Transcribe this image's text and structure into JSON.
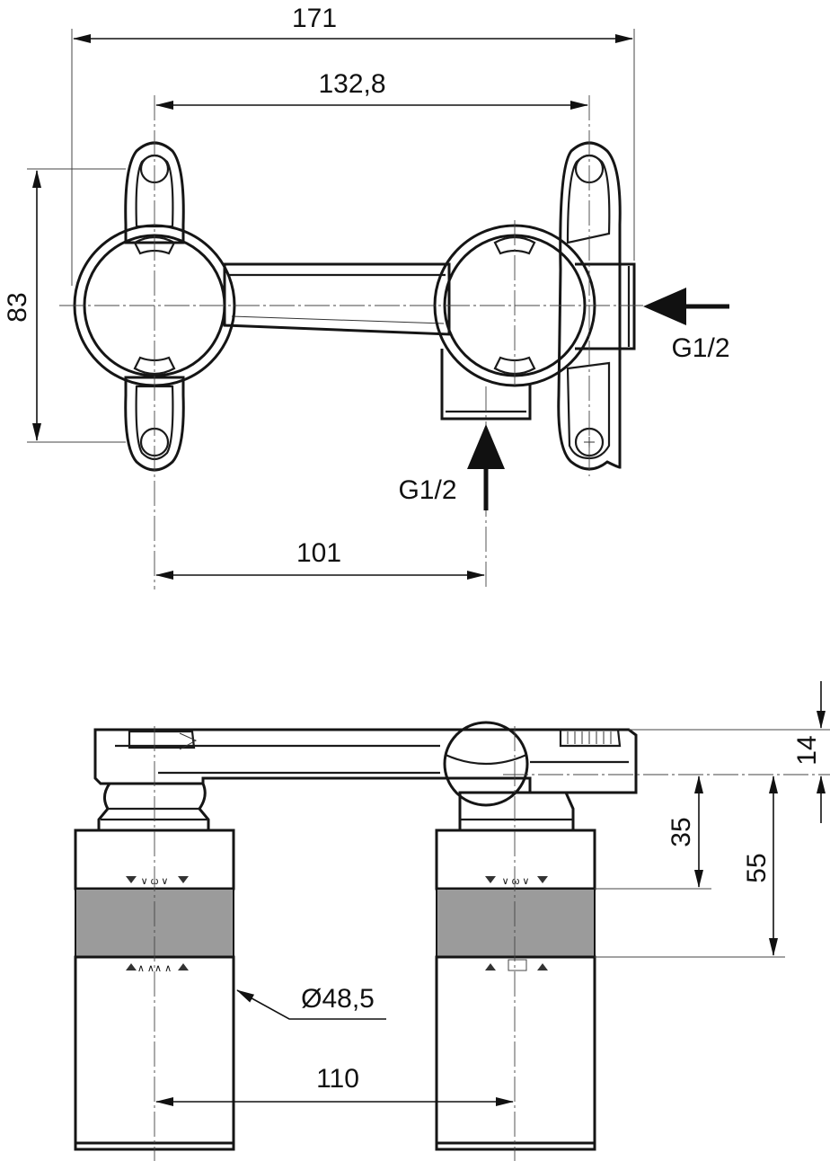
{
  "top_view": {
    "dimensions": {
      "overall_width": "171",
      "mount_spacing": "132,8",
      "bracket_height": "83",
      "inlet_offset": "101"
    },
    "connections": {
      "side_inlet": "G1/2",
      "bottom_inlet": "G1/2"
    }
  },
  "side_view": {
    "dimensions": {
      "bar_height": "14",
      "band_top": "35",
      "band_bottom": "55",
      "body_diameter": "Ø48,5",
      "body_spacing": "110"
    }
  },
  "colors": {
    "line": "#151515",
    "band": "#9b9b9b",
    "background": "#ffffff"
  }
}
